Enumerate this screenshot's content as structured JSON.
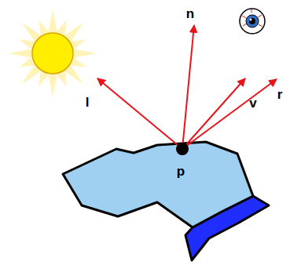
{
  "diagram": {
    "labels": [
      "n",
      "l",
      "v",
      "r",
      "p"
    ]
  }
}
